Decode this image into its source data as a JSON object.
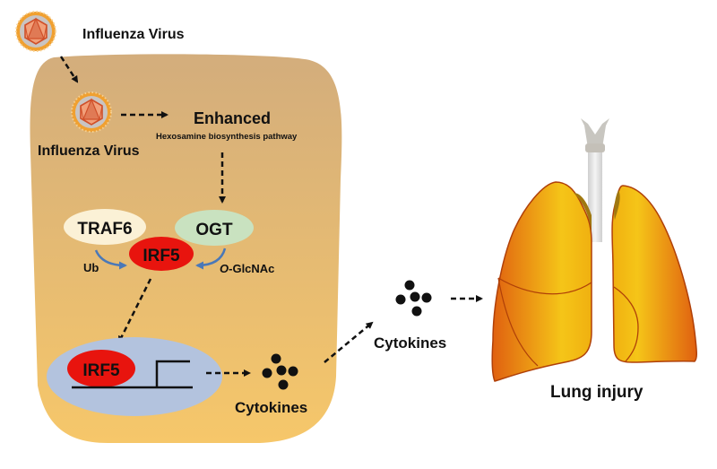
{
  "title": "Influenza virus – OGT – IRF5 signaling leading to lung injury",
  "labels": {
    "virus_outside": "Influenza Virus",
    "virus_inside": "Influenza Virus",
    "enhanced": "Enhanced",
    "hbp": "Hexosamine biosynthesis pathway",
    "traf6": "TRAF6",
    "ogt": "OGT",
    "irf5_cytoplasm": "IRF5",
    "ub": "Ub",
    "o_glcnac_prefix": "O",
    "o_glcnac_suffix": "-GlcNAc",
    "irf5_nucleus": "IRF5",
    "cytokines_inside": "Cytokines",
    "cytokines_outside": "Cytokines",
    "lung_injury": "Lung injury"
  },
  "colors": {
    "cell_top": "#d3ad7c",
    "cell_bottom": "#f6c76a",
    "nucleus": "#b3c3de",
    "traf6": "#fbf1d6",
    "ogt": "#c9e2c0",
    "irf5": "#e8140e",
    "ptm_arrow": "#4a78b8",
    "virus_shell": "#f0a030",
    "virus_capsid": "#e0744a",
    "lung_light": "#f5c518",
    "lung_dark": "#e06010"
  },
  "icons": {
    "virus": "virus-icon",
    "cytokine": "cytokine-cluster-icon",
    "promoter": "promoter-icon",
    "lungs": "lungs-icon",
    "trachea": "trachea-icon"
  }
}
